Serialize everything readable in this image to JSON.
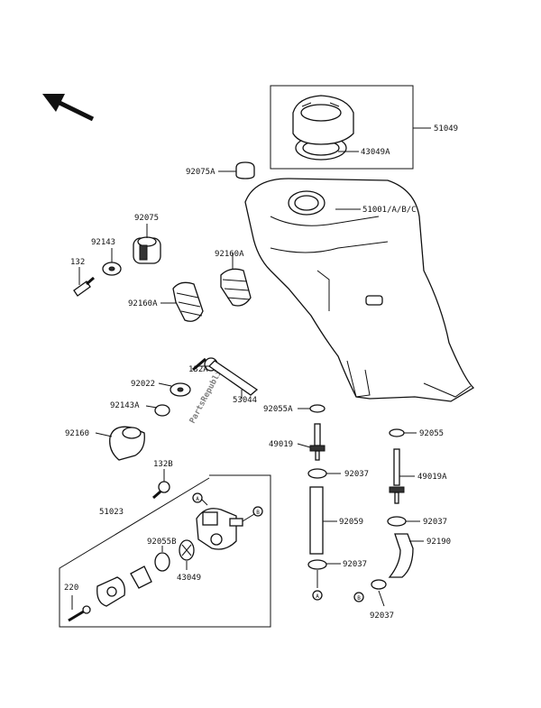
{
  "labels": {
    "p51049": "51049",
    "p43049a": "43049A",
    "p92075a": "92075A",
    "p51001": "51001/A/B/C",
    "p92075": "92075",
    "p92143": "92143",
    "p132": "132",
    "p92160a_top": "92160A",
    "p92160a": "92160A",
    "p132a": "132A",
    "p92022": "92022",
    "p53044": "53044",
    "p92143a": "92143A",
    "p92055a": "92055A",
    "p92160": "92160",
    "p49019": "49019",
    "p92055": "92055",
    "p92037_a": "92037",
    "p49019a": "49019A",
    "p132b": "132B",
    "p51023": "51023",
    "p92059": "92059",
    "p92037_b": "92037",
    "p92055b": "92055B",
    "p43049": "43049",
    "p92037_c": "92037",
    "p92190": "92190",
    "p220": "220",
    "p92037_d": "92037",
    "ref_a1": "A",
    "ref_b1": "B",
    "ref_a2": "A",
    "ref_b2": "B"
  },
  "watermark": "PartsRepublik"
}
